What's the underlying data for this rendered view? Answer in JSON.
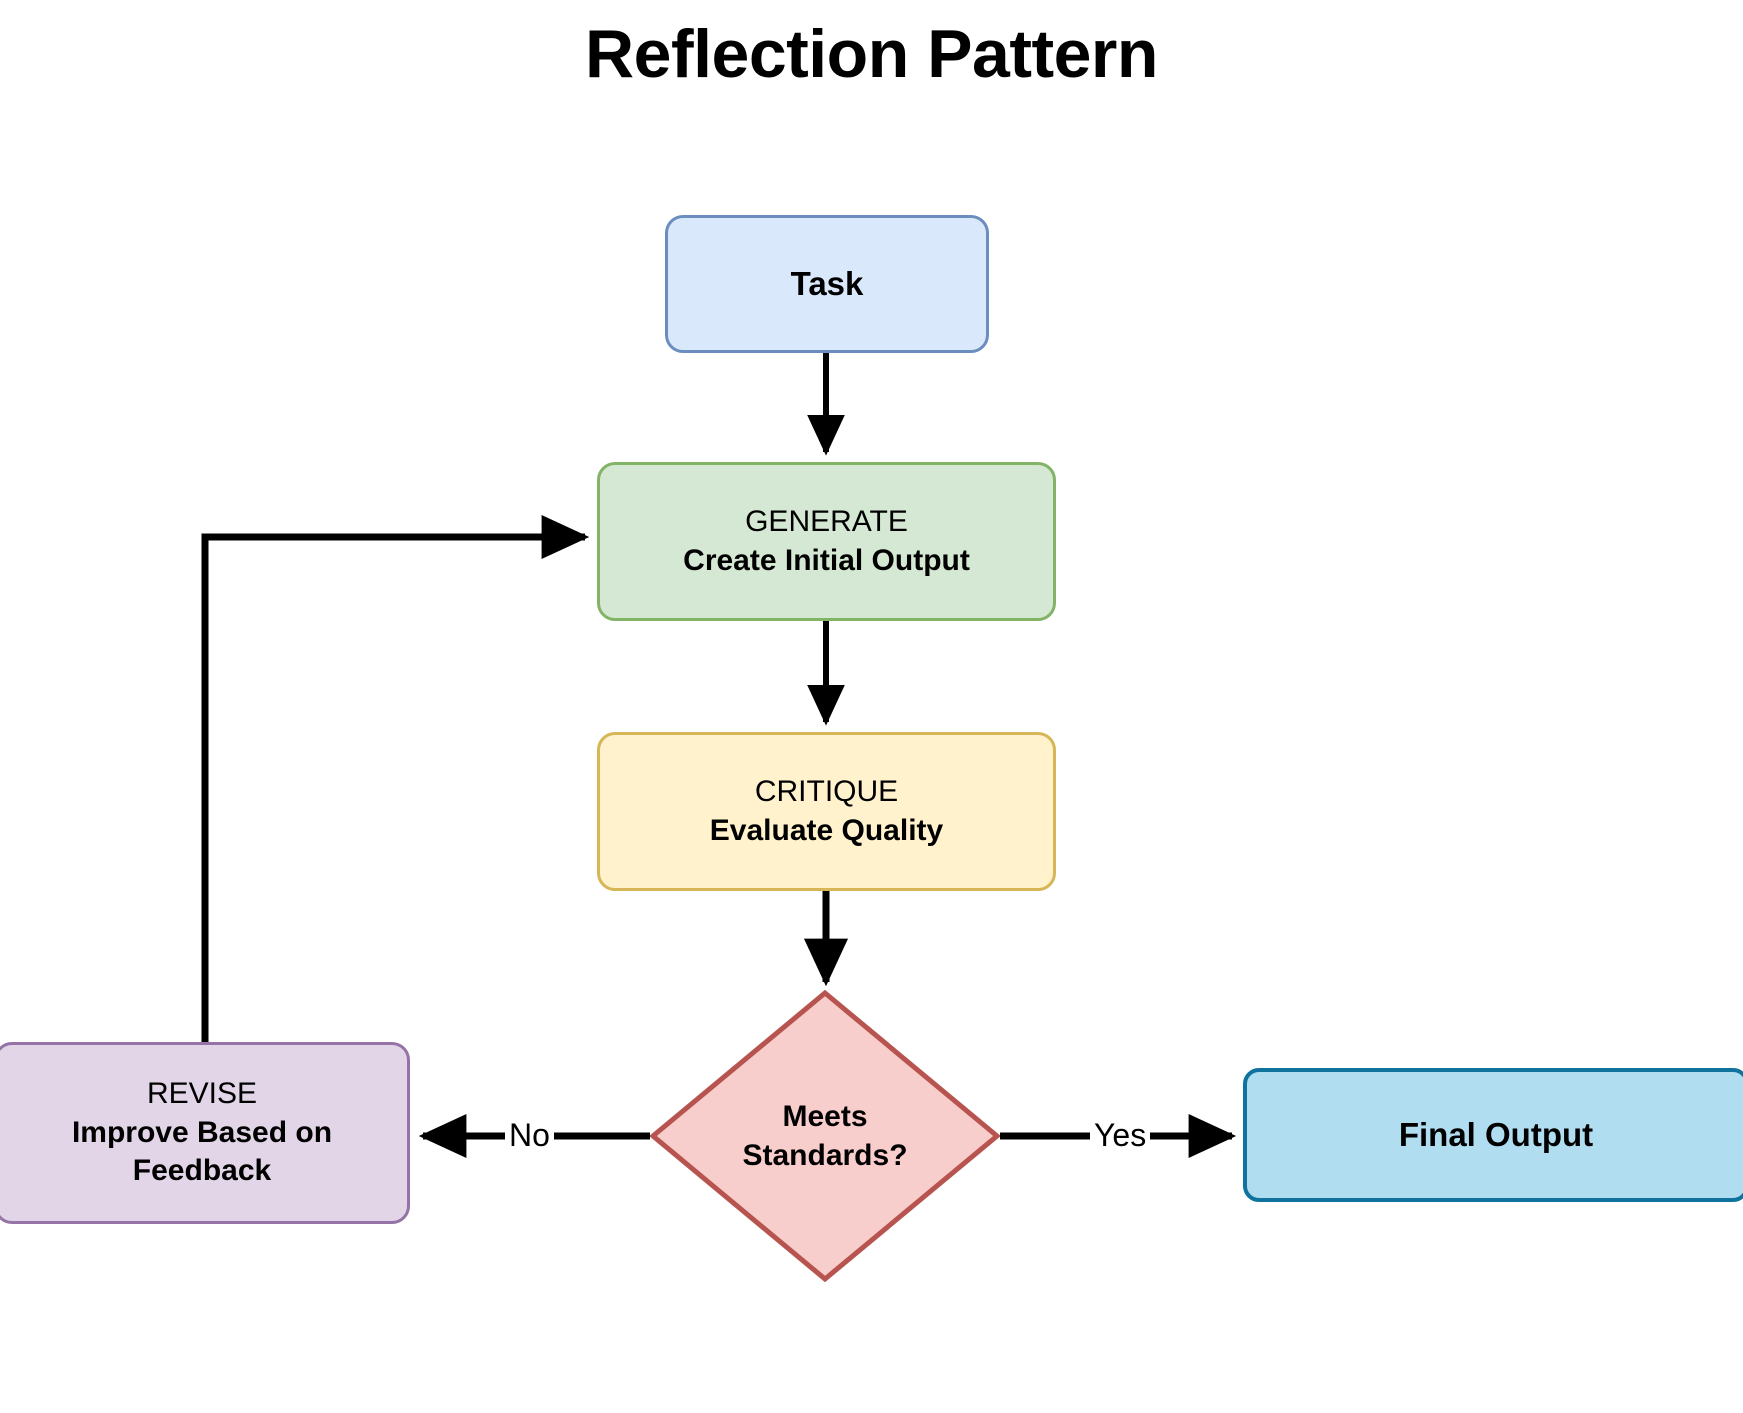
{
  "diagram": {
    "title": "Reflection Pattern",
    "type": "flowchart",
    "background": "#ffffff"
  },
  "nodes": [
    {
      "id": "task",
      "name": "task-node",
      "shape": "rounded-rect",
      "label": "Task",
      "fill": "#dae8fc",
      "stroke": "#6c8ebf"
    },
    {
      "id": "generate",
      "name": "generate-node",
      "shape": "rounded-rect",
      "title": "GENERATE",
      "subtitle": "Create Initial Output",
      "fill": "#d5e8d4",
      "stroke": "#82b366"
    },
    {
      "id": "critique",
      "name": "critique-node",
      "shape": "rounded-rect",
      "title": "CRITIQUE",
      "subtitle": "Evaluate Quality",
      "fill": "#fff2cc",
      "stroke": "#d6b656"
    },
    {
      "id": "decision",
      "name": "decision-node",
      "shape": "diamond",
      "line1": "Meets",
      "line2": "Standards?",
      "fill": "#f8cecc",
      "stroke": "#b85450"
    },
    {
      "id": "revise",
      "name": "revise-node",
      "shape": "rounded-rect",
      "title": "REVISE",
      "subtitle_line1": "Improve Based on",
      "subtitle_line2": "Feedback",
      "fill": "#e1d5e7",
      "stroke": "#9673a6"
    },
    {
      "id": "final_output",
      "name": "final-output-node",
      "shape": "rounded-rect",
      "label": "Final Output",
      "fill": "#b1ddf0",
      "stroke": "#10739e"
    }
  ],
  "edges": [
    {
      "from": "task",
      "to": "generate",
      "label": "",
      "style": "solid-arrow"
    },
    {
      "from": "generate",
      "to": "critique",
      "label": "",
      "style": "solid-arrow"
    },
    {
      "from": "critique",
      "to": "decision",
      "label": "",
      "style": "solid-arrow"
    },
    {
      "from": "decision",
      "to": "revise",
      "label": "No",
      "style": "solid-arrow"
    },
    {
      "from": "decision",
      "to": "final_output",
      "label": "Yes",
      "style": "solid-arrow"
    },
    {
      "from": "revise",
      "to": "generate",
      "label": "",
      "style": "solid-arrow-orthogonal"
    }
  ],
  "edge_labels": {
    "no": "No",
    "yes": "Yes"
  }
}
